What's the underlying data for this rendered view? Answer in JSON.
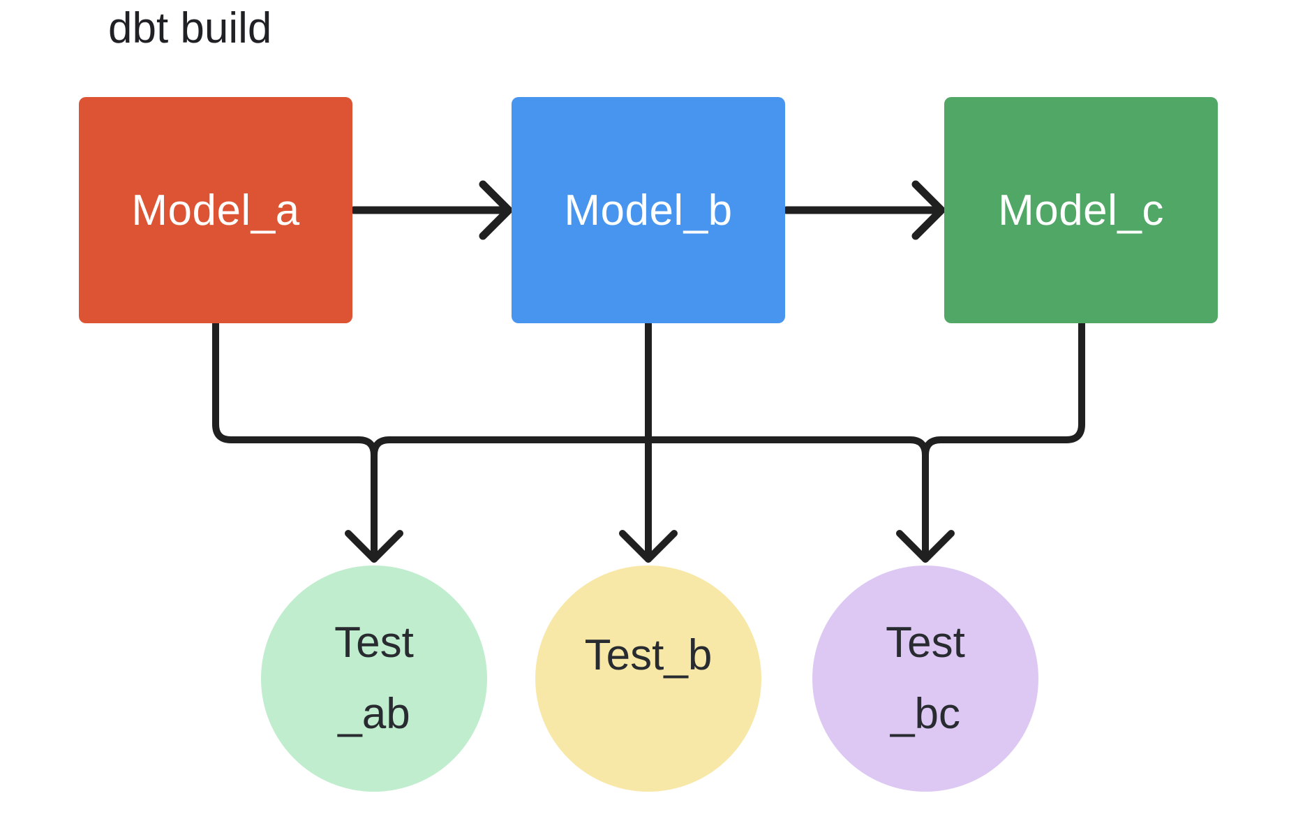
{
  "title": "dbt build",
  "canvas": {
    "background": "#ffffff",
    "connector_color": "#202020",
    "dark_text_color": "#282b2f"
  },
  "diagram": {
    "models": [
      {
        "id": "model_a",
        "label": "Model_a",
        "fill": "#dc5434",
        "text_color": "#ffffff"
      },
      {
        "id": "model_b",
        "label": "Model_b",
        "fill": "#4795ef",
        "text_color": "#ffffff"
      },
      {
        "id": "model_c",
        "label": "Model_c",
        "fill": "#50a766",
        "text_color": "#ffffff"
      }
    ],
    "tests": [
      {
        "id": "test_ab",
        "label_line1": "Test",
        "label_line2": "_ab",
        "fill": "#bfedcd"
      },
      {
        "id": "test_b",
        "label_line1": "Test_b",
        "label_line2": "",
        "fill": "#f8e8a8"
      },
      {
        "id": "test_bc",
        "label_line1": "Test",
        "label_line2": "_bc",
        "fill": "#ddc8f4"
      }
    ],
    "edges": [
      {
        "from": "model_a",
        "to": "model_b"
      },
      {
        "from": "model_b",
        "to": "model_c"
      },
      {
        "from": "model_a",
        "to": "test_ab"
      },
      {
        "from": "model_b",
        "to": "test_ab"
      },
      {
        "from": "model_b",
        "to": "test_b"
      },
      {
        "from": "model_b",
        "to": "test_bc"
      },
      {
        "from": "model_c",
        "to": "test_bc"
      }
    ]
  }
}
